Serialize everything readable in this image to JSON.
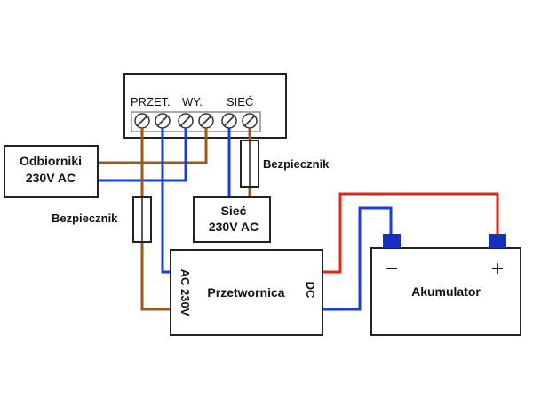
{
  "terminal_block": {
    "label_przet": "PRZET.",
    "label_wy": "WY.",
    "label_siec": "SIEĆ"
  },
  "odbiorniki": {
    "line1": "Odbiorniki",
    "line2": "230V AC"
  },
  "fuse_right_label": "Bezpiecznik",
  "fuse_left_label": "Bezpiecznik",
  "siec_box": {
    "line1": "Sieć",
    "line2": "230V AC"
  },
  "przetwornica": {
    "label": "Przetwornica",
    "ac_label": "AC 230V",
    "dc_label": "DC"
  },
  "akumulator": {
    "label": "Akumulator",
    "minus": "−",
    "plus": "+"
  },
  "colors": {
    "live_wire": "#9a5a1e",
    "neutral_wire": "#1b3fd6",
    "dc_positive": "#e0261c",
    "battery_terminal": "#1530c0"
  }
}
